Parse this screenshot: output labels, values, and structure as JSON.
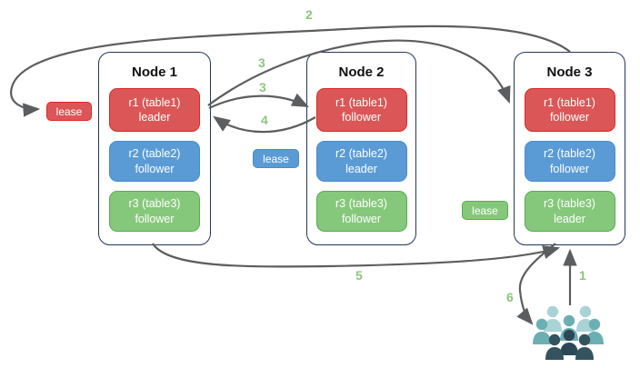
{
  "diagram": {
    "nodes": [
      {
        "title": "Node 1",
        "replicas": [
          {
            "label": "r1 (table1)",
            "role": "leader",
            "color": "red"
          },
          {
            "label": "r2 (table2)",
            "role": "follower",
            "color": "blue"
          },
          {
            "label": "r3 (table3)",
            "role": "follower",
            "color": "green"
          }
        ]
      },
      {
        "title": "Node 2",
        "replicas": [
          {
            "label": "r1 (table1)",
            "role": "follower",
            "color": "red"
          },
          {
            "label": "r2 (table2)",
            "role": "leader",
            "color": "blue"
          },
          {
            "label": "r3 (table3)",
            "role": "follower",
            "color": "green"
          }
        ]
      },
      {
        "title": "Node 3",
        "replicas": [
          {
            "label": "r1 (table1)",
            "role": "follower",
            "color": "red"
          },
          {
            "label": "r2 (table2)",
            "role": "follower",
            "color": "blue"
          },
          {
            "label": "r3 (table3)",
            "role": "leader",
            "color": "green"
          }
        ]
      }
    ],
    "leases": [
      {
        "label": "lease",
        "color": "red"
      },
      {
        "label": "lease",
        "color": "blue"
      },
      {
        "label": "lease",
        "color": "green"
      }
    ],
    "flow_labels": [
      {
        "text": "1"
      },
      {
        "text": "2"
      },
      {
        "text": "3"
      },
      {
        "text": "3"
      },
      {
        "text": "4"
      },
      {
        "text": "5"
      },
      {
        "text": "6"
      }
    ],
    "icons": {
      "users_group": "users-group-icon"
    },
    "colors": {
      "replica_red_fill": "#db5757",
      "replica_red_border": "#e02525",
      "replica_blue_fill": "#5b9bd5",
      "replica_blue_border": "#4a8bc9",
      "replica_green_fill": "#86c87b",
      "replica_green_border": "#55ac50",
      "node_border": "#24355b",
      "arrow_gray": "#5c5d5f",
      "flow_label_green": "#8cc57e",
      "users_light_teal": "#a9d3d7",
      "users_medium_teal": "#6bafb3",
      "users_dark_slate": "#34535f",
      "users_darkest_slate": "#2c4857"
    }
  }
}
